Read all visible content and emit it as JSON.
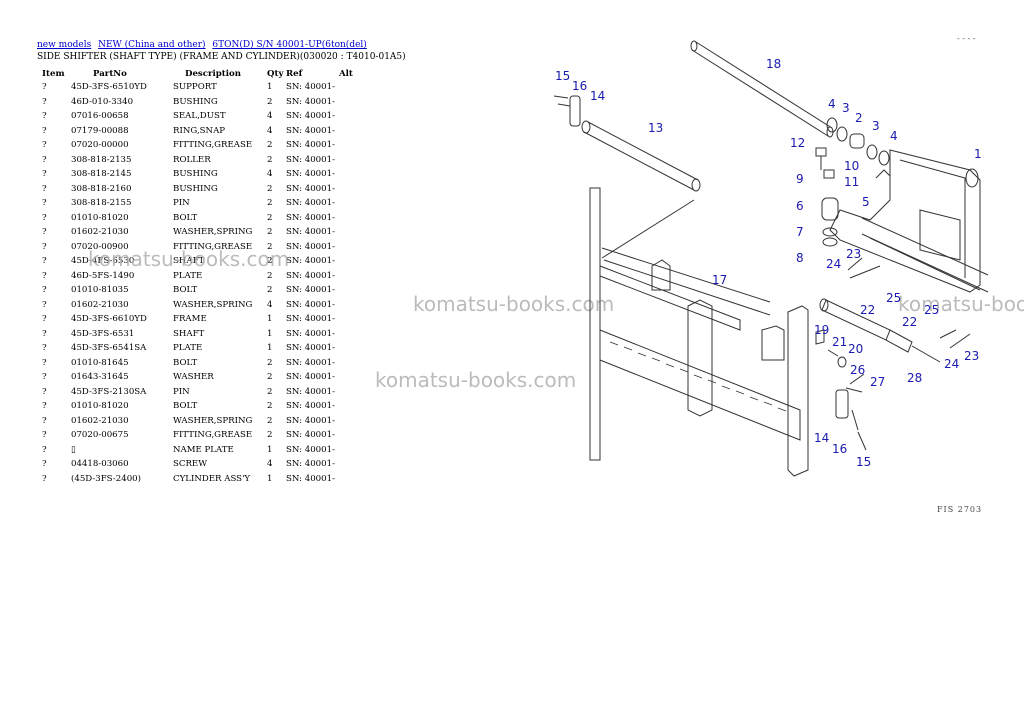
{
  "breadcrumb": [
    "new models",
    "NEW (China and other)",
    "6TON(D) S/N 40001-UP(6ton(del)"
  ],
  "title": "SIDE SHIFTER (SHAFT TYPE) (FRAME AND CYLINDER)(030020 : T4010-01A5)",
  "table": {
    "headers": {
      "item": "Item",
      "part_no": "PartNo",
      "description": "Description",
      "qty": "Qty",
      "ref": "Ref",
      "alt": "Alt"
    },
    "rows": [
      {
        "item": "?",
        "part_no": "45D-3FS-6510YD",
        "description": "SUPPORT",
        "qty": "1",
        "ref": "SN: 40001-"
      },
      {
        "item": "?",
        "part_no": "46D-010-3340",
        "description": "BUSHING",
        "qty": "2",
        "ref": "SN: 40001-"
      },
      {
        "item": "?",
        "part_no": "07016-00658",
        "description": "SEAL,DUST",
        "qty": "4",
        "ref": "SN: 40001-"
      },
      {
        "item": "?",
        "part_no": "07179-00088",
        "description": "RING,SNAP",
        "qty": "4",
        "ref": "SN: 40001-"
      },
      {
        "item": "?",
        "part_no": "07020-00000",
        "description": "FITTING,GREASE",
        "qty": "2",
        "ref": "SN: 40001-"
      },
      {
        "item": "?",
        "part_no": "308-818-2135",
        "description": "ROLLER",
        "qty": "2",
        "ref": "SN: 40001-"
      },
      {
        "item": "?",
        "part_no": "308-818-2145",
        "description": "BUSHING",
        "qty": "4",
        "ref": "SN: 40001-"
      },
      {
        "item": "?",
        "part_no": "308-818-2160",
        "description": "BUSHING",
        "qty": "2",
        "ref": "SN: 40001-"
      },
      {
        "item": "?",
        "part_no": "308-818-2155",
        "description": "PIN",
        "qty": "2",
        "ref": "SN: 40001-"
      },
      {
        "item": "?",
        "part_no": "01010-81020",
        "description": "BOLT",
        "qty": "2",
        "ref": "SN: 40001-"
      },
      {
        "item": "?",
        "part_no": "01602-21030",
        "description": "WASHER,SPRING",
        "qty": "2",
        "ref": "SN: 40001-"
      },
      {
        "item": "?",
        "part_no": "07020-00900",
        "description": "FITTING,GREASE",
        "qty": "2",
        "ref": "SN: 40001-"
      },
      {
        "item": "?",
        "part_no": "45D-4FS-6530",
        "description": "SHAFT",
        "qty": "2",
        "ref": "SN: 40001-"
      },
      {
        "item": "?",
        "part_no": "46D-5FS-1490",
        "description": "PLATE",
        "qty": "2",
        "ref": "SN: 40001-"
      },
      {
        "item": "?",
        "part_no": "01010-81035",
        "description": "BOLT",
        "qty": "2",
        "ref": "SN: 40001-"
      },
      {
        "item": "?",
        "part_no": "01602-21030",
        "description": "WASHER,SPRING",
        "qty": "4",
        "ref": "SN: 40001-"
      },
      {
        "item": "?",
        "part_no": "45D-3FS-6610YD",
        "description": "FRAME",
        "qty": "1",
        "ref": "SN: 40001-"
      },
      {
        "item": "?",
        "part_no": "45D-3FS-6531",
        "description": "SHAFT",
        "qty": "1",
        "ref": "SN: 40001-"
      },
      {
        "item": "?",
        "part_no": "45D-3FS-6541SA",
        "description": "PLATE",
        "qty": "1",
        "ref": "SN: 40001-"
      },
      {
        "item": "?",
        "part_no": "01010-81645",
        "description": "BOLT",
        "qty": "2",
        "ref": "SN: 40001-"
      },
      {
        "item": "?",
        "part_no": "01643-31645",
        "description": "WASHER",
        "qty": "2",
        "ref": "SN: 40001-"
      },
      {
        "item": "?",
        "part_no": "45D-3FS-2130SA",
        "description": "PIN",
        "qty": "2",
        "ref": "SN: 40001-"
      },
      {
        "item": "?",
        "part_no": "01010-81020",
        "description": "BOLT",
        "qty": "2",
        "ref": "SN: 40001-"
      },
      {
        "item": "?",
        "part_no": "01602-21030",
        "description": "WASHER,SPRING",
        "qty": "2",
        "ref": "SN: 40001-"
      },
      {
        "item": "?",
        "part_no": "07020-00675",
        "description": "FITTING,GREASE",
        "qty": "2",
        "ref": "SN: 40001-"
      },
      {
        "item": "?",
        "part_no": "▯",
        "description": "NAME PLATE",
        "qty": "1",
        "ref": "SN: 40001-"
      },
      {
        "item": "?",
        "part_no": "04418-03060",
        "description": "SCREW",
        "qty": "4",
        "ref": "SN: 40001-"
      },
      {
        "item": "?",
        "part_no": "(45D-3FS-2400)",
        "description": "CYLINDER ASS'Y",
        "qty": "1",
        "ref": "SN: 40001-"
      }
    ]
  },
  "watermark": "komatsu-books.com",
  "diagram": {
    "callouts": [
      "18",
      "15",
      "16",
      "14",
      "4",
      "3",
      "2",
      "3",
      "4",
      "1",
      "13",
      "12",
      "10",
      "11",
      "9",
      "5",
      "6",
      "7",
      "8",
      "23",
      "24",
      "25",
      "22",
      "17",
      "25",
      "22",
      "23",
      "24",
      "28",
      "19",
      "21",
      "20",
      "26",
      "27",
      "14",
      "16",
      "15"
    ],
    "figure_code": "FIS 2703",
    "corner_mark": "- - - -"
  }
}
